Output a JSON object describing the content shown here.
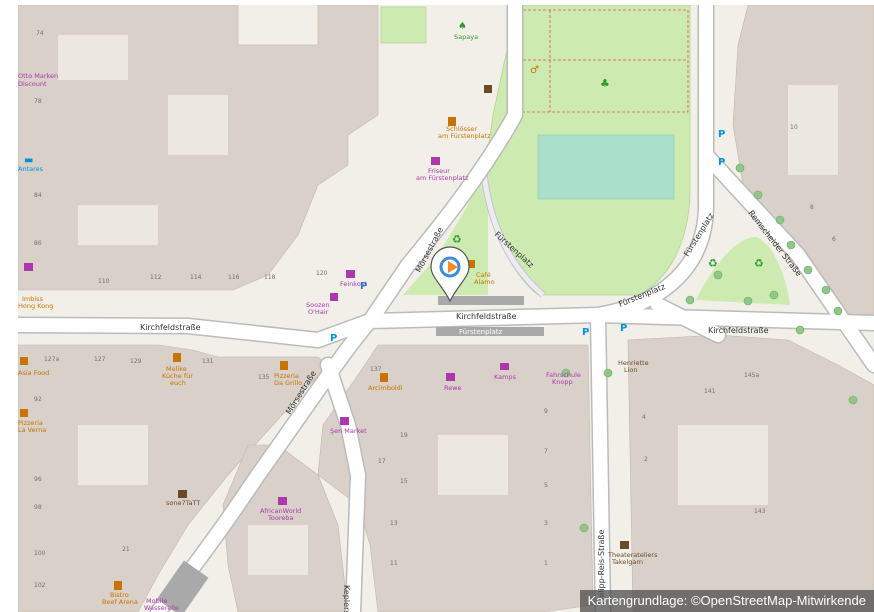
{
  "map": {
    "attribution": "Kartengrundlage: ©OpenStreetMap-Mitwirkende",
    "marker_icon": "location-pin-icon",
    "colors": {
      "building": "#d9d0c9",
      "ground": "#f2efe9",
      "park": "#cdebb0",
      "pitch": "#aae0cb",
      "road": "#ffffff",
      "road_casing": "#bbbbbb",
      "marker_orange": "#f28c28",
      "marker_blue": "#3b8fd9",
      "poi_purple": "#ac39ac",
      "poi_brown": "#c77400",
      "parking_blue": "#0092da"
    }
  },
  "streets": {
    "kirchfeld_west": "Kirchfeldstraße",
    "kirchfeld_center": "Kirchfeldstraße",
    "kirchfeld_east": "Kirchfeldstraße",
    "moerse_north": "Mörsestraße",
    "moerse_south": "Mörsestraße",
    "fuerstenplatz_park": "Fürstenplatz",
    "fuerstenplatz_east": "Fürstenplatz",
    "fuerstenplatz_north": "Fürstenplatz",
    "remscheider": "Remscheider Straße",
    "philipp_reis": "Philipp-Reis-Straße",
    "kepler": "Keplerstr.",
    "fuerstenplatz_platform": "Fürstenplatz"
  },
  "pois": {
    "sapaya": "Sapaya",
    "otto_marken": "Otto Marken",
    "discount": "Discount",
    "antares": "Antares",
    "schlosser_1": "Schlösser",
    "schlosser_2": "am Fürstenplatz",
    "friseur_1": "Friseur",
    "friseur_2": "am Fürstenplatz",
    "cafe_1": "Café",
    "cafe_2": "Alamo",
    "feinkost": "Feinkost",
    "soozen": "Soozen",
    "ohair": "O'Hair",
    "imbiss_1": "Imbiss",
    "imbiss_2": "Hong Kong",
    "melike_1": "Melike",
    "melike_2": "Küche für",
    "melike_3": "euch",
    "pizzeria_1": "Pizzeria",
    "pizzeria_2": "Da Grillo",
    "arcimboldi": "Arcimboldi",
    "rewe": "Rewe",
    "kamps": "Kamps",
    "fahrschule_1": "Fahrschule",
    "fahrschule_2": "Knopp",
    "henriette_1": "Henriette",
    "henriette_2": "Lion",
    "sen_markt": "Şen Market",
    "sonetat": "sone7TaTT",
    "african_1": "AfricanWorld",
    "african_2": "Tooreba",
    "theaterateliers_1": "Theaterateliers",
    "theaterateliers_2": "Takelgarn",
    "bistro_1": "Bistro",
    "bistro_2": "Beef Arena",
    "mobile_1": "Mobile",
    "mobile_2": "Wasserelle",
    "asia_food": "Asia Food",
    "pizzeria_la": "Pizzeria",
    "la_verna": "La Verna"
  },
  "house_numbers": [
    "74",
    "78",
    "84",
    "86",
    "110",
    "112",
    "114",
    "116",
    "118",
    "120",
    "127a",
    "127",
    "129",
    "131",
    "135",
    "137",
    "141",
    "145a",
    "92",
    "98",
    "96",
    "100",
    "102",
    "21",
    "19",
    "17",
    "15",
    "13",
    "11",
    "9",
    "7",
    "5",
    "3",
    "1",
    "4",
    "2",
    "10",
    "8",
    "6",
    "143"
  ]
}
